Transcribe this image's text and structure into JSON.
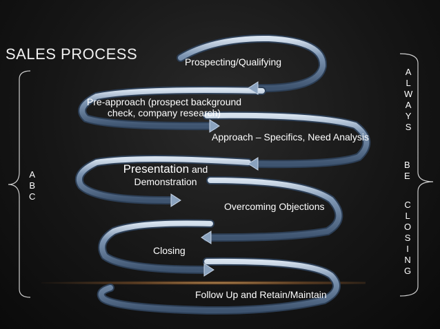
{
  "title": "SALES PROCESS",
  "steps": [
    "Prospecting/Qualifying",
    "Pre-approach (prospect background check, company research)",
    "Approach – Specifics, Need Analysis",
    "Presentation and Demonstration",
    "Overcoming Objections",
    "Closing",
    "Follow Up and Retain/Maintain"
  ],
  "preapproach_line1": "Pre-approach (prospect background",
  "preapproach_line2": "check, company research)",
  "presentation_word": "Presentation",
  "presentation_and": " and",
  "presentation_line2": "Demonstration",
  "left_letters": [
    "A",
    "B",
    "C"
  ],
  "right_letters_1": [
    "A",
    "L",
    "W",
    "A",
    "Y",
    "S"
  ],
  "right_letters_2": [
    "B",
    "E"
  ],
  "right_letters_3": [
    "C",
    "L",
    "O",
    "S",
    "I",
    "N",
    "G"
  ],
  "colors": {
    "arrow_fill": "#5f7896",
    "arrow_highlight": "#c9d6e6",
    "background": "#161616",
    "glow": "#f0a55a"
  }
}
